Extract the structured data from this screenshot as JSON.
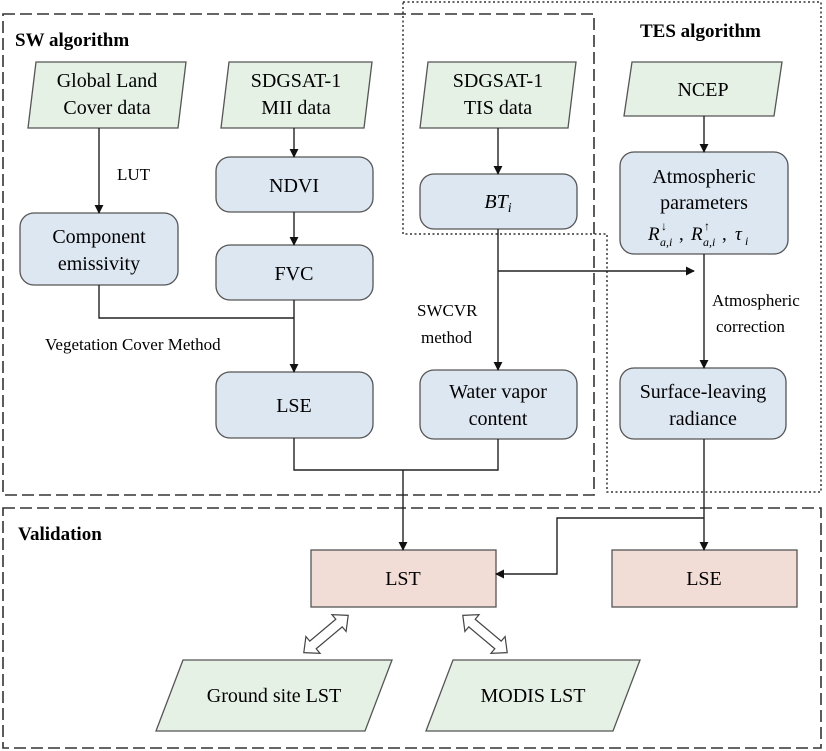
{
  "regions": {
    "sw_title": "SW algorithm",
    "tes_title": "TES algorithm",
    "validation_title": "Validation"
  },
  "inputs": {
    "global_land_cover": [
      "Global Land",
      "Cover data"
    ],
    "mii": [
      "SDGSAT-1",
      "MII data"
    ],
    "tis": [
      "SDGSAT-1",
      "TIS data"
    ],
    "ncep": "NCEP"
  },
  "process": {
    "ndvi": "NDVI",
    "fvc": "FVC",
    "component_emissivity": [
      "Component",
      "emissivity"
    ],
    "lse": "LSE",
    "bt": "BT",
    "bt_sub": "i",
    "water_vapor": [
      "Water vapor",
      "content"
    ],
    "atmospheric_parameters": [
      "Atmospheric",
      "parameters"
    ],
    "surface_leaving": [
      "Surface-leaving",
      "radiance"
    ]
  },
  "labels": {
    "lut": "LUT",
    "swcvr": [
      "SWCVR",
      "method"
    ],
    "vegetation_cover_method": "Vegetation Cover Method",
    "atmospheric_correction": [
      "Atmospheric",
      "correction"
    ]
  },
  "results": {
    "lst": "LST",
    "lse": "LSE"
  },
  "validation_sources": {
    "ground": "Ground site LST",
    "modis": "MODIS LST"
  }
}
